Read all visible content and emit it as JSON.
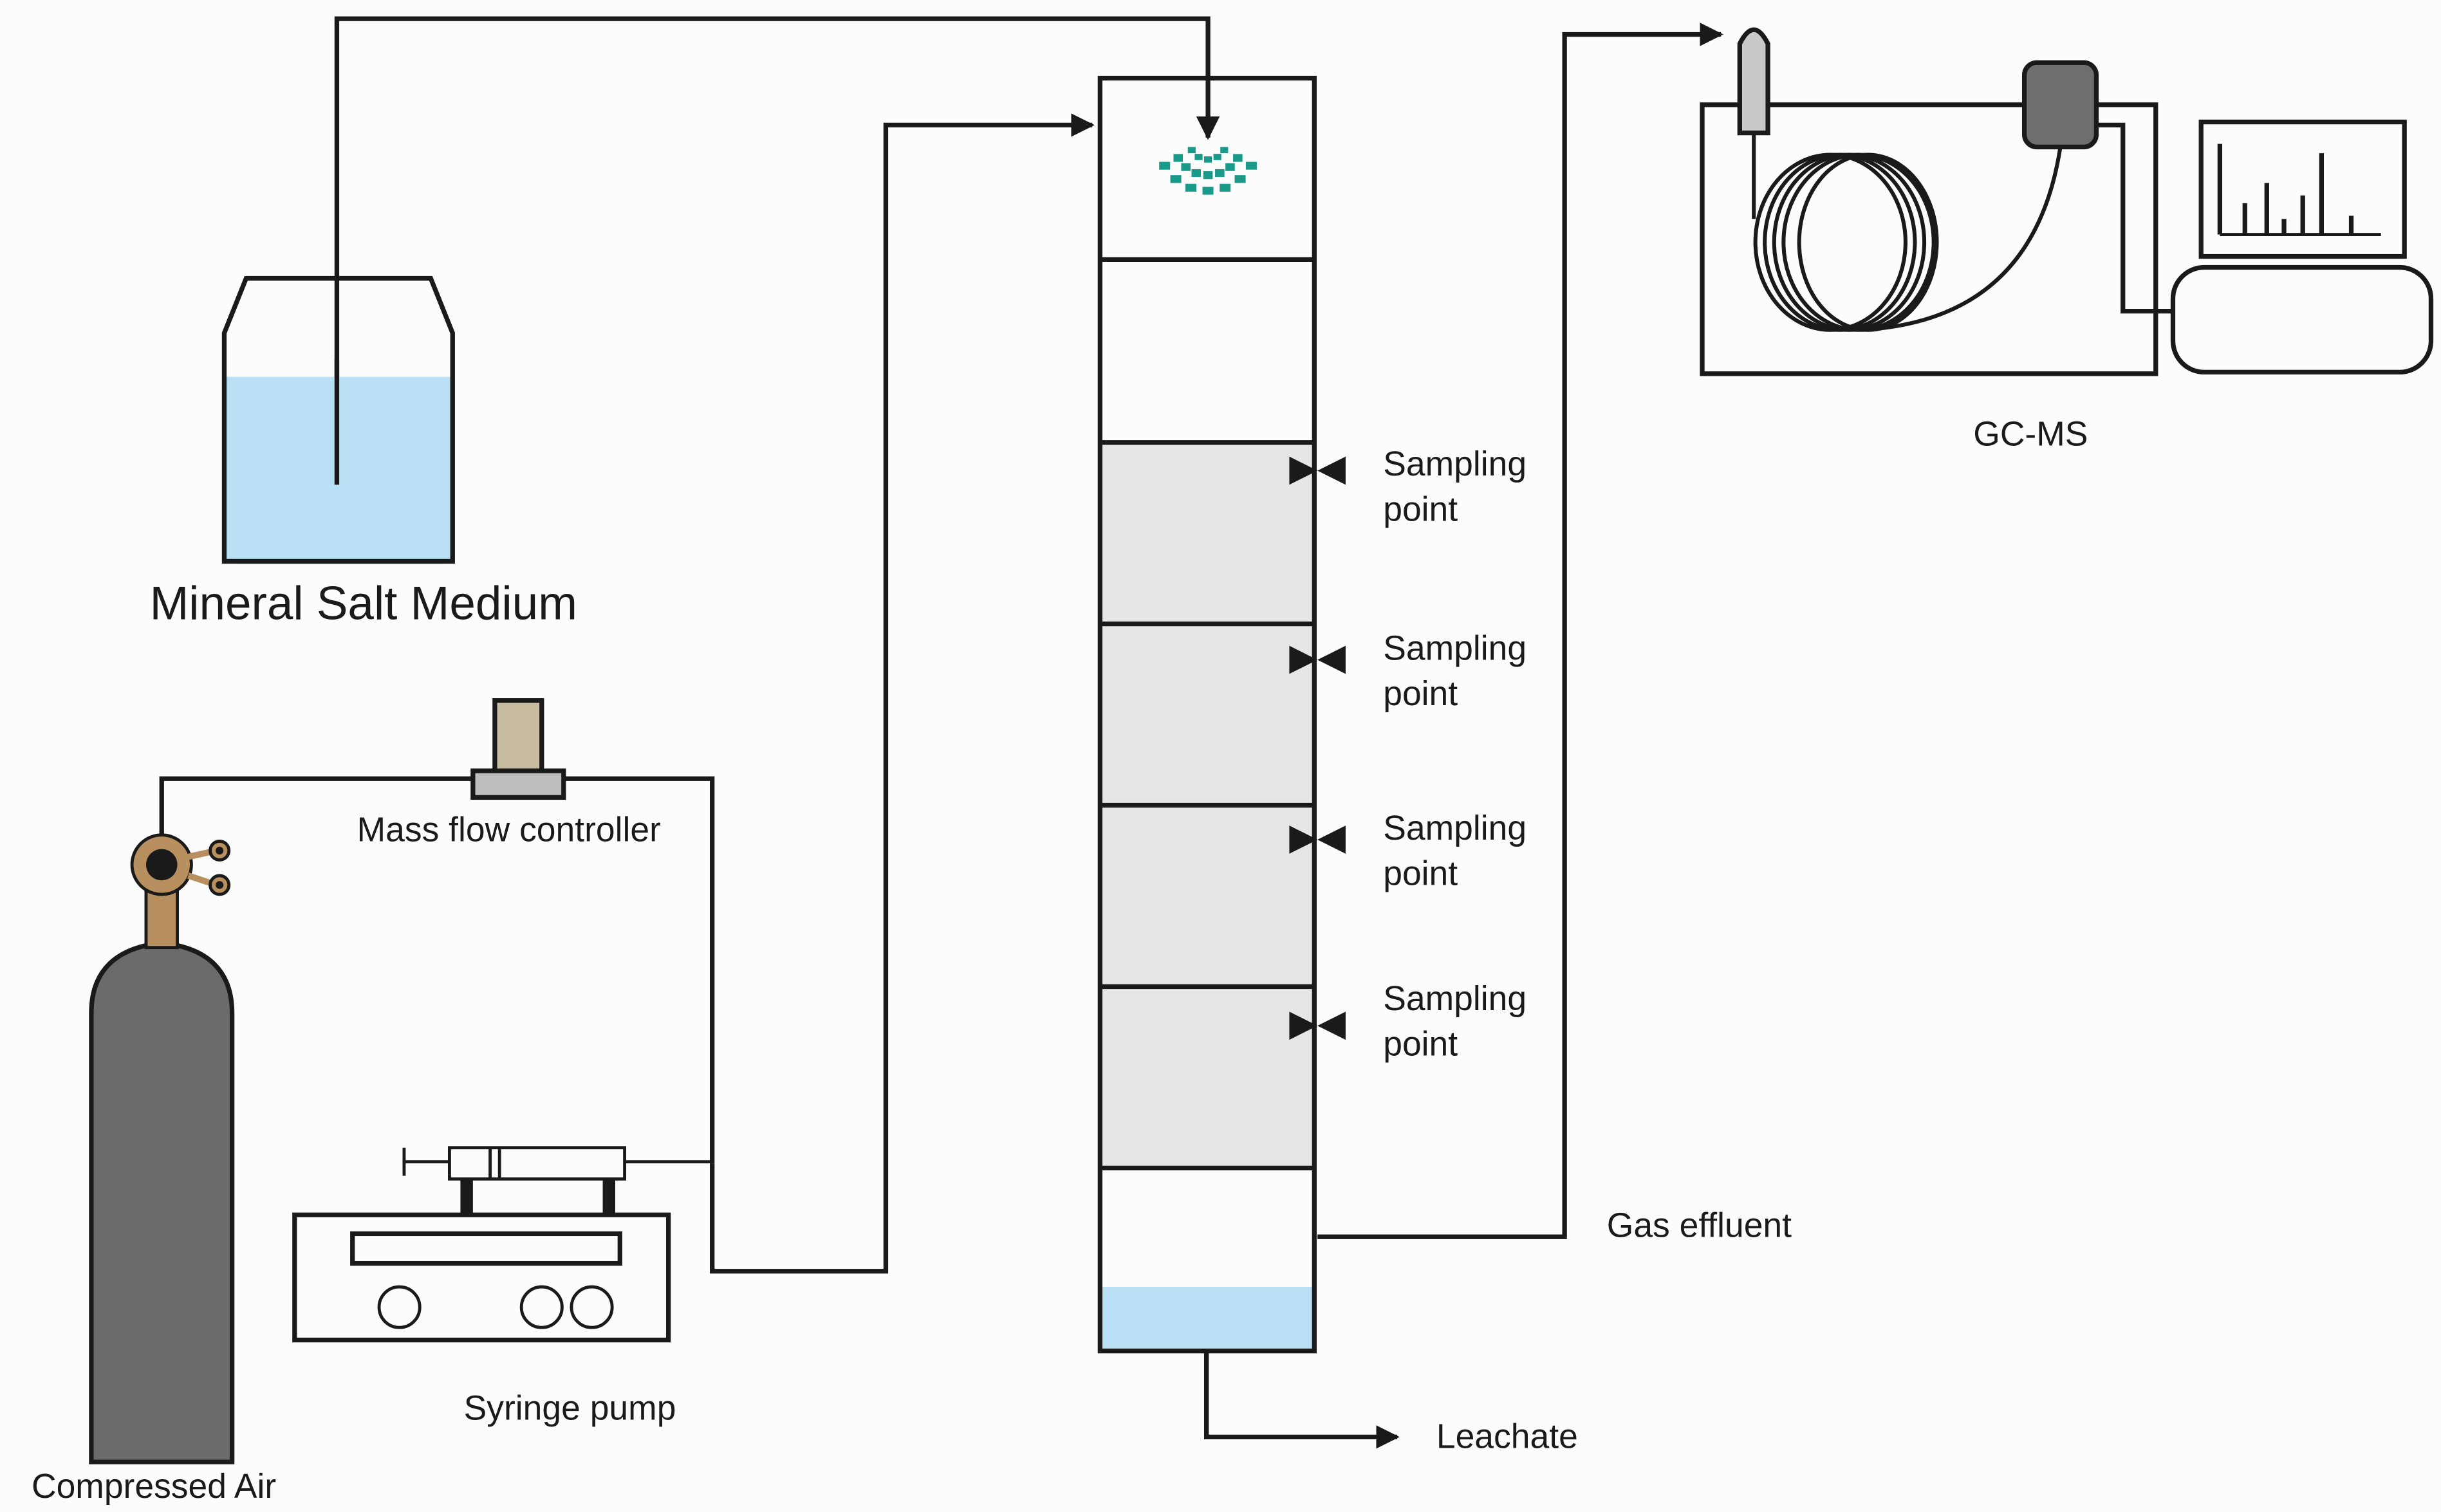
{
  "labels": {
    "mineral_salt_medium": "Mineral Salt Medium",
    "mass_flow_controller": "Mass flow controller",
    "syringe_pump": "Syringe pump",
    "compressed_air": "Compressed Air",
    "gas_effluent": "Gas effluent",
    "leachate": "Leachate",
    "gc_ms": "GC-MS",
    "sampling_points": [
      {
        "line1": "Sampling",
        "line2": "point"
      },
      {
        "line1": "Sampling",
        "line2": "point"
      },
      {
        "line1": "Sampling",
        "line2": "point"
      },
      {
        "line1": "Sampling",
        "line2": "point"
      }
    ]
  },
  "colors": {
    "line": "#1a1a1a",
    "liquid": "#b9e0f4",
    "packing": "#e6e6e6",
    "cylinder": "#6b6b6b",
    "brass": "#b89060",
    "mfc_body": "#c8bca0",
    "mfc_base": "#bdbdbd",
    "spray": "#1a9a8a",
    "detector": "#6e6e6e",
    "gc_inlet": "#c9c9c9"
  },
  "icons": [
    "spray-nozzle-icon",
    "valve-icon",
    "gas-cylinder-icon",
    "syringe-icon",
    "coiled-column-icon",
    "spectrum-monitor-icon"
  ]
}
